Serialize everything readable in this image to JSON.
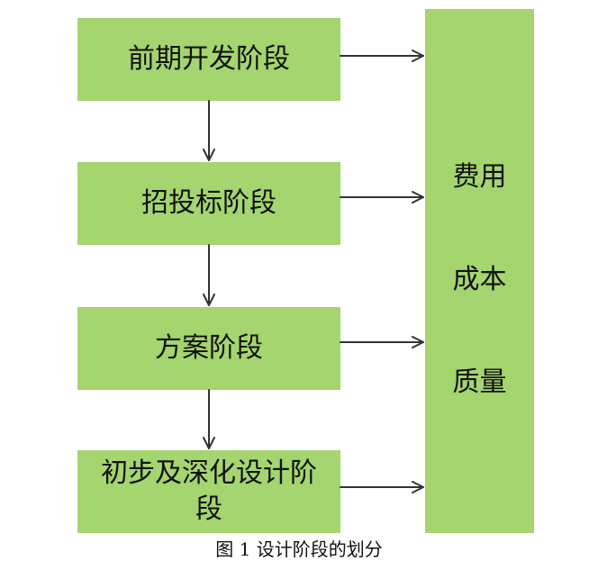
{
  "diagram": {
    "stages": [
      {
        "label": "前期开发阶段"
      },
      {
        "label": "招投标阶段"
      },
      {
        "label": "方案阶段"
      },
      {
        "label": "初步及深化设计阶段"
      }
    ],
    "side_box": {
      "lines": [
        "费用",
        "成本",
        "质量"
      ]
    },
    "caption": "图 1  设计阶段的划分"
  }
}
